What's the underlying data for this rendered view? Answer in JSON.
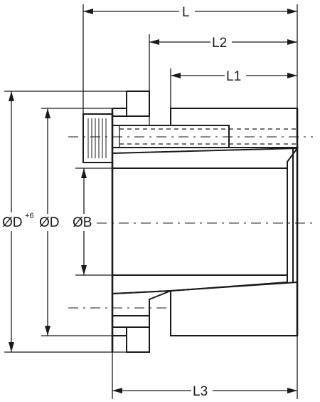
{
  "dimensions": {
    "L": "L",
    "L1": "L1",
    "L2": "L2",
    "L3": "L3",
    "OD": "ØD",
    "OD_tol_label": "ØD",
    "OD_tol_sup": "+6",
    "OB": "ØB"
  },
  "colors": {
    "line": "#1a1a1a",
    "background": "#ffffff"
  }
}
